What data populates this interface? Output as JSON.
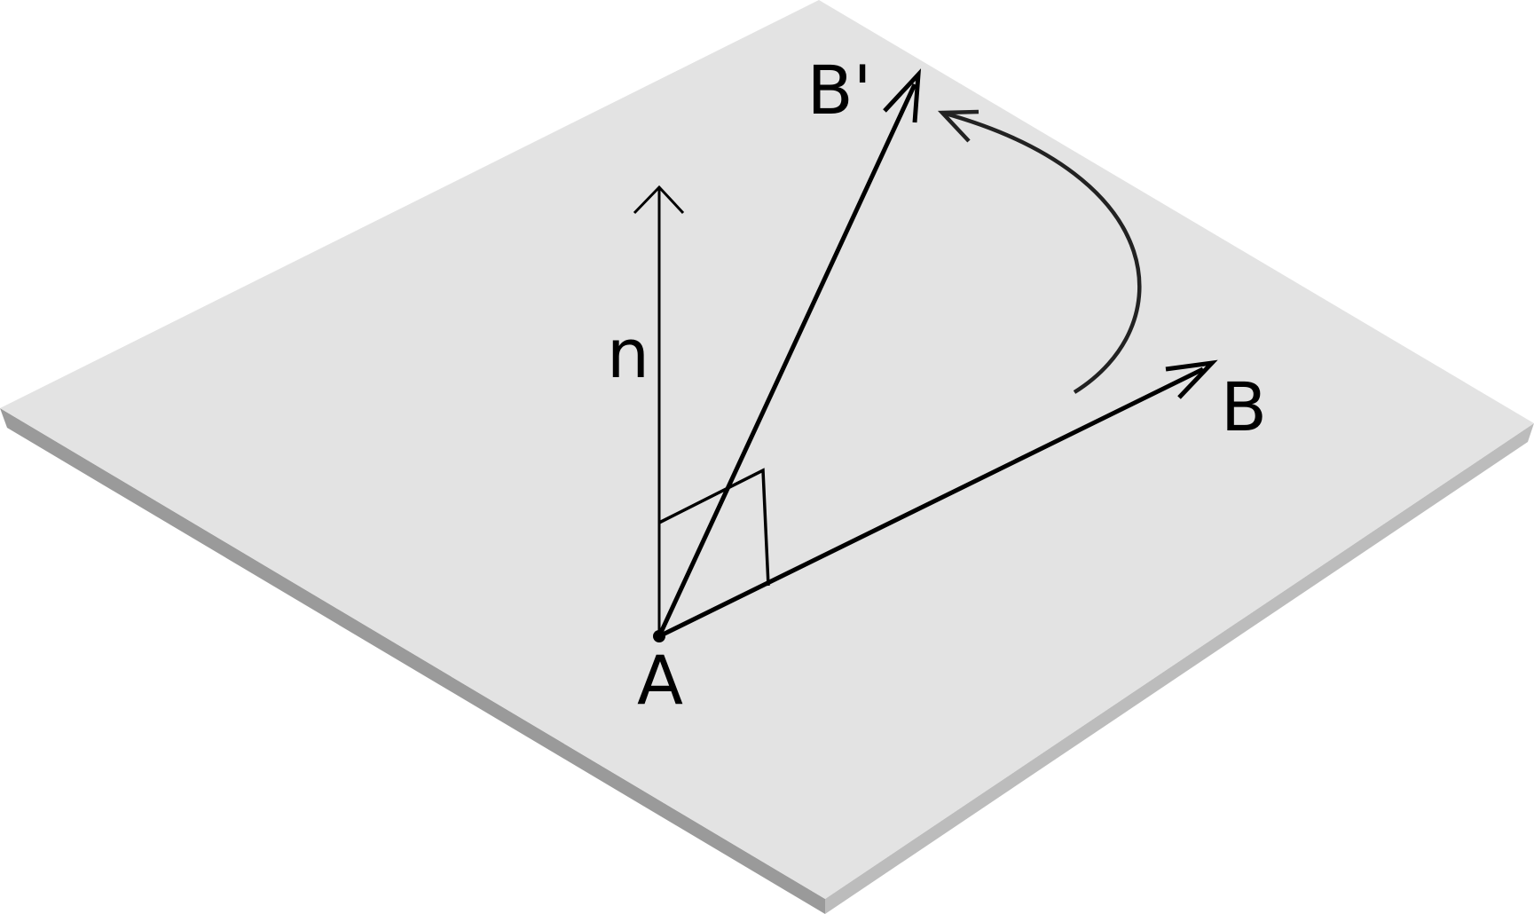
{
  "labels": {
    "point_a": "A",
    "point_b": "B",
    "point_b_prime": "B'",
    "normal": "n"
  },
  "colors": {
    "plane_top": "#e3e3e3",
    "plane_left_edge": "#9a9a9a",
    "plane_right_edge": "#bcbcbc",
    "ink": "#000000",
    "rotation_arc": "#222222"
  },
  "icons": {
    "rotation": "curved-arrow"
  }
}
